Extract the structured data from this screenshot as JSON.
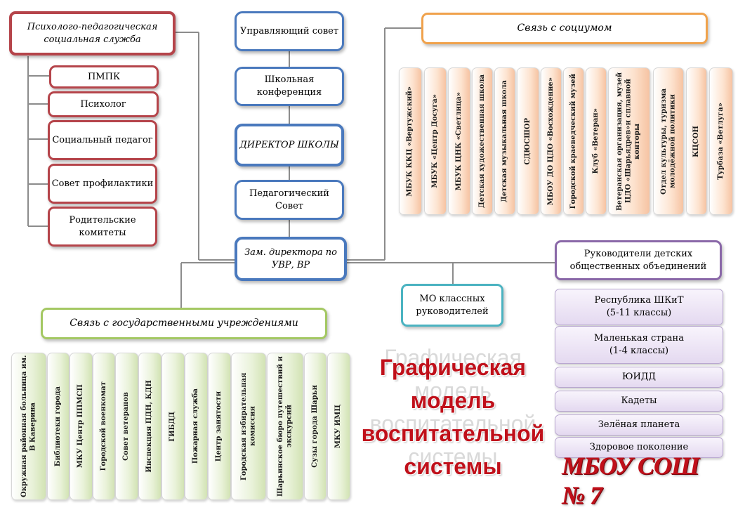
{
  "center": {
    "council": "Управляющий совет",
    "conference": "Школьная конференция",
    "director": "ДИРЕКТОР ШКОЛЫ",
    "ped_council": "Педагогический Совет",
    "deputy": "Зам. директора по УВР, ВР",
    "mo": "МО классных руководителей"
  },
  "psych": {
    "title": "Психолого-педагогическая социальная служба",
    "items": [
      "ПМПК",
      "Психолог",
      "Социальный педагог",
      "Совет профилактики",
      "Родительские комитеты"
    ]
  },
  "society": {
    "title": "Связь с социумом",
    "items": [
      "МБУК ККЦ «Вертужский»",
      "МБУК «Центр Досуга»",
      "МБУК ЦНК «Светлица»",
      "Детская художественная школа",
      "Детская музыкальная школа",
      "СДЮСШОР",
      "МБОУ ДО ЦДО «Восхождение»",
      "Городской краеведческий музей",
      "Клуб «Ветеран»",
      "Ветеранская организация, музей ЦДО «Шарьядрев»и сплавной конторы",
      "Отдел культуры, туризма молодёжной политики",
      "КЦСОН",
      "Турбаза «Ветлуга»"
    ]
  },
  "gov": {
    "title": "Связь с государственными учреждениями",
    "items": [
      "Окружная районная больница им. В Каверина",
      "Библиотеки города",
      "МКУ Центр ППМСП",
      "Городской военкомат",
      "Совет ветеранов",
      "Инспекция ПДН, КДН",
      "ГИБДД",
      "Пожарная служба",
      "Центр занятости",
      "Городская избирательная комиссия",
      "Шарьинское бюро путешествий и экскурсий",
      "Сузы города Шарьи",
      "МКУ ИМЦ"
    ]
  },
  "children": {
    "title": "Руководители детских общественных объединений",
    "items": [
      {
        "name": "Республика ШКиТ",
        "sub": "(5-11 классы)"
      },
      {
        "name": "Маленькая страна",
        "sub": "(1-4 классы)"
      },
      {
        "name": "ЮИДД",
        "sub": ""
      },
      {
        "name": "Кадеты",
        "sub": ""
      },
      {
        "name": "Зелёная планета",
        "sub": ""
      },
      {
        "name": "Здоровое поколение",
        "sub": ""
      }
    ]
  },
  "title": {
    "line1": "Графическая",
    "line2": "модель",
    "line3": "воспитательной",
    "line4": "системы"
  },
  "school": "МБОУ СОШ № 7",
  "colors": {
    "red": "#b5444a",
    "blue": "#4a79bd",
    "orange": "#f0a24c",
    "green": "#a4c863",
    "purple": "#8a68a8",
    "teal": "#4bb3c1",
    "accent": "#c0101a"
  }
}
